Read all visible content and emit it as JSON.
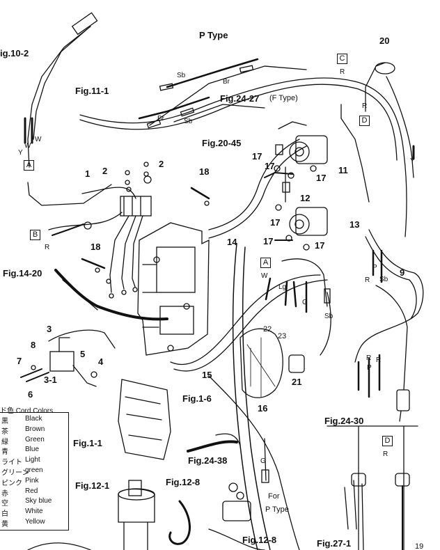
{
  "fig_refs": {
    "fig_10_2": "ig.10-2",
    "fig_11_1": "Fig.11-1",
    "p_type": "P Type",
    "fig_24_27": "Fig.24-27",
    "f_type": "(F Type)",
    "fig_20_45": "Fig.20-45",
    "fig_14_20": "Fig.14-20",
    "fig_1_6": "Fig.1-6",
    "fig_1_1": "Fig.1-1",
    "fig_24_38": "Fig.24-38",
    "fig_24_30": "Fig.24-30",
    "fig_12_1": "Fig.12-1",
    "fig_12_8a": "Fig.12-8",
    "fig_12_8b": "Fig.12-8",
    "fig_27_1": "Fig.27-1",
    "for_label": "For",
    "for_p_type": "P Type"
  },
  "part_numbers": {
    "n1": "1",
    "n2a": "2",
    "n2b": "2",
    "n3": "3",
    "n3_1": "3-1",
    "n4": "4",
    "n5": "5",
    "n6": "6",
    "n7": "7",
    "n8": "8",
    "n9": "9",
    "n11": "11",
    "n12": "12",
    "n13": "13",
    "n14": "14",
    "n15": "15",
    "n16": "16",
    "n17a": "17",
    "n17b": "17",
    "n17c": "17",
    "n17d": "17",
    "n17e": "17",
    "n17f": "17",
    "n18a": "18",
    "n18b": "18",
    "n20": "20",
    "n21": "21",
    "n22": "22",
    "n23": "23",
    "page": "19"
  },
  "connectors": {
    "a1": "A",
    "a2": "A",
    "b": "B",
    "c": "C",
    "d1": "D",
    "d2": "D"
  },
  "wire_codes": {
    "sb1": "Sb",
    "sb2": "Sb",
    "sb3": "Sb",
    "sb4": "Sb",
    "br1": "Br",
    "br2": "Br",
    "w1": "W",
    "w2": "W",
    "w3": "W",
    "y1": "Y",
    "y2": "Y",
    "r1": "R",
    "r2": "R",
    "r3": "R",
    "r4": "R",
    "r5": "R",
    "r6": "R",
    "r7": "R",
    "p1": "P",
    "p2": "P",
    "lg": "Lg",
    "g1": "G",
    "g2": "G"
  },
  "legend": {
    "title": "ド色 Cord Colors",
    "rows": [
      {
        "jp": "黒",
        "en": "Black"
      },
      {
        "jp": "茶",
        "en": "Brown"
      },
      {
        "jp": "緑",
        "en": "Green"
      },
      {
        "jp": "青",
        "en": "Blue"
      },
      {
        "jp": "ライト",
        "en": "Light"
      },
      {
        "jp": "グリーン",
        "en": "green"
      },
      {
        "jp": "ピンク",
        "en": "Pink"
      },
      {
        "jp": "赤",
        "en": "Red"
      },
      {
        "jp": "空",
        "en": "Sky blue"
      },
      {
        "jp": "白",
        "en": "White"
      },
      {
        "jp": "黄",
        "en": "Yellow"
      }
    ]
  }
}
